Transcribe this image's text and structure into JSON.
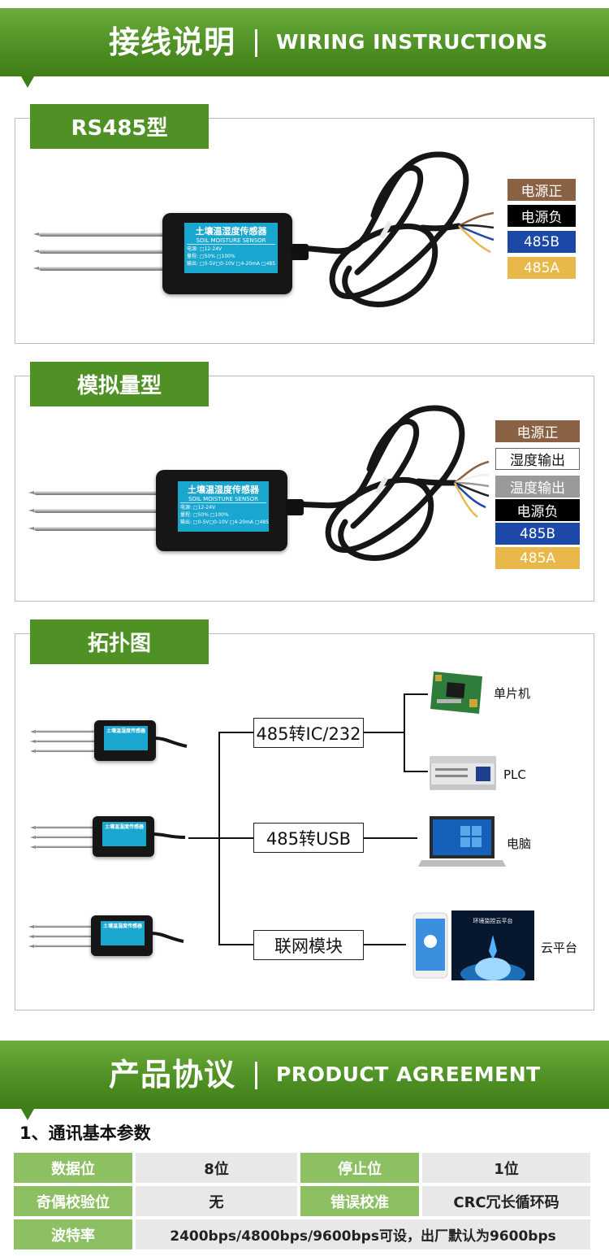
{
  "wiring_banner": {
    "title_cn": "接线说明",
    "title_en": "WIRING INSTRUCTIONS"
  },
  "sensor_label": {
    "title": "土壤温湿度传感器",
    "subtitle": "SOIL MOISTURE SENSOR",
    "line1": "电源: □12-24V",
    "line2": "量程: □50%  □100%",
    "line3": "输出: □0-5V□0-10V □4-20mA □485"
  },
  "rs485": {
    "tab": "RS485型",
    "wires": [
      {
        "label": "电源正",
        "color": "#8a6142"
      },
      {
        "label": "电源负",
        "color": "#000000"
      },
      {
        "label": "485B",
        "color": "#1c49a8"
      },
      {
        "label": "485A",
        "color": "#e8b84a"
      }
    ]
  },
  "analog": {
    "tab": "模拟量型",
    "wires": [
      {
        "label": "电源正",
        "color": "#8a6142"
      },
      {
        "label": "湿度输出",
        "color": "#ffffff"
      },
      {
        "label": "温度输出",
        "color": "#9a9a9a"
      },
      {
        "label": "电源负",
        "color": "#000000"
      },
      {
        "label": "485B",
        "color": "#1c49a8"
      },
      {
        "label": "485A",
        "color": "#e8b84a"
      }
    ]
  },
  "topology": {
    "tab": "拓扑图",
    "box_ic": "485转IC/232",
    "box_usb": "485转USB",
    "box_net": "联网模块",
    "mcu": "单片机",
    "plc": "PLC",
    "pc": "电脑",
    "cloud": "云平台",
    "cloud_screen": "环境监控云平台"
  },
  "agreement_banner": {
    "title_cn": "产品协议",
    "title_en": "PRODUCT AGREEMENT"
  },
  "params": {
    "title": "1、通讯基本参数",
    "rows": [
      {
        "k1": "数据位",
        "v1": "8位",
        "k2": "停止位",
        "v2": "1位"
      },
      {
        "k1": "奇偶校验位",
        "v1": "无",
        "k2": "错误校准",
        "v2": "CRC冗长循环码"
      },
      {
        "k1": "波特率",
        "v1": "2400bps/4800bps/9600bps可设，出厂默认为9600bps"
      }
    ]
  }
}
